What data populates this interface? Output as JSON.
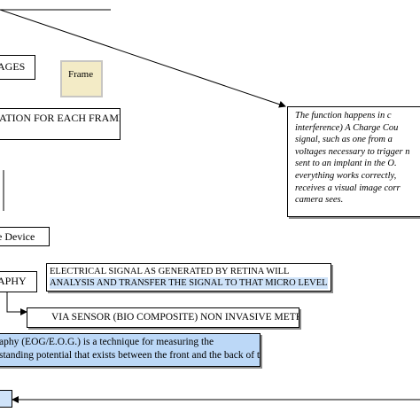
{
  "boxes": {
    "images": "AGES",
    "frame": "Frame",
    "ocr": "ATION FOR EACH FRAME",
    "device": "e Device",
    "graphy": "APHY",
    "electrical": [
      "ELECTRICAL  SIGNAL  AS  GENERATED  BY  RETINA  WILL",
      "ANALYSIS AND TRANSFER THE SIGNAL TO THAT MICRO LEVEL"
    ],
    "sensor": "VIA SENSOR (BIO COMPOSITE) NON INVASIVE METHOD",
    "eog": [
      "aphy (EOG/E.O.G.) is a technique for measuring the",
      "standing potential that exists between the front and the back of the"
    ],
    "function": [
      "The  function  happens  in  c",
      "interference)  A  Charge  Cou",
      "signal,  such  as  one  from  a",
      "voltages necessary to trigger n",
      "sent  to  an  implant  in  the  O.",
      "everything  works  correctly,",
      "receives  a  visual  image  corr",
      "camera sees."
    ]
  },
  "colors": {
    "frame_fill": "#f3ebc6",
    "highlight_blue": "#bcd8f7",
    "highlight_light_blue": "#cfe3f9"
  }
}
